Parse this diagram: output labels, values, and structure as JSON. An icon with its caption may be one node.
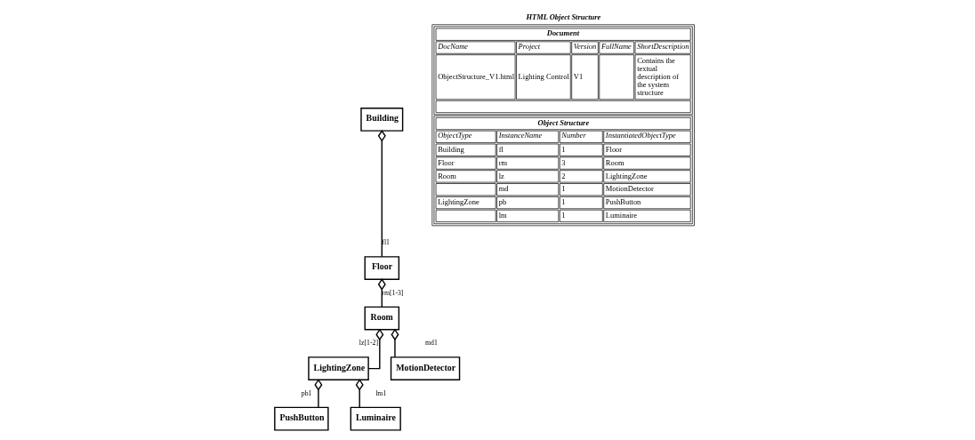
{
  "diagram": {
    "nodes": [
      {
        "text": [
          "Building"
        ]
      },
      {
        "text": [
          "Floor"
        ]
      },
      {
        "text": [
          "Room"
        ]
      },
      {
        "text": [
          "LightingZone"
        ]
      },
      {
        "text": [
          "MotionDetector"
        ]
      },
      {
        "text": [
          "PushButton"
        ]
      },
      {
        "text": [
          "Luminaire"
        ]
      }
    ],
    "edges": [
      {
        "from": 0,
        "to": 1,
        "arrow": "other",
        "label": "fl1"
      },
      {
        "from": 1,
        "to": 2,
        "arrow": "other",
        "label": "rm[1-3]"
      },
      {
        "from": 2,
        "to": 3,
        "arrow": "other",
        "label": "lz[1-2]"
      },
      {
        "from": 2,
        "to": 4,
        "arrow": "other",
        "label": "md1"
      },
      {
        "from": 3,
        "to": 5,
        "arrow": "other",
        "label": "pb1"
      },
      {
        "from": 3,
        "to": 6,
        "arrow": "other",
        "label": "lm1"
      }
    ],
    "labels": [
      "HTML Object Structure",
      "Document",
      "DocName",
      "Project",
      "Version",
      "FullName",
      "ShortDescription",
      "ObjectStructure_V1.html",
      "Lighting Control",
      "V1",
      "Contains the textual description of the system structure",
      "Object Structure",
      "ObjectType",
      "InstanceName",
      "Number",
      "InstantiatedObjectType",
      "Building",
      "fl",
      "1",
      "Floor",
      "Floor",
      "rm",
      "3",
      "Room",
      "Room",
      "lz",
      "2",
      "LightingZone",
      "md",
      "1",
      "MotionDetector",
      "LightingZone",
      "pb",
      "1",
      "PushButton",
      "lm",
      "1",
      "Luminaire"
    ]
  }
}
